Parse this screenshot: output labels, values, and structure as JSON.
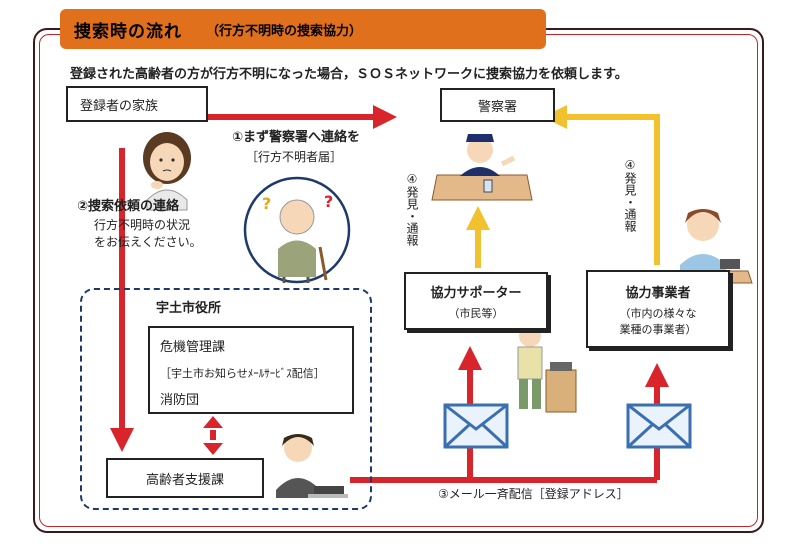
{
  "header": {
    "title": "捜索時の流れ",
    "subtitle": "（行方不明時の捜索協力）"
  },
  "intro": "登録された高齢者の方が行方不明になった場合，ＳＯＳネットワークに捜索協力を依頼します。",
  "nodes": {
    "family": "登録者の家族",
    "police": "警察署",
    "city_office": "宇土市役所",
    "crisis_line1": "危機管理課",
    "crisis_line2": "［宇土市お知らせﾒｰﾙｻｰﾋﾞｽ配信］",
    "crisis_line3": "消防団",
    "elderly_support": "高齢者支援課",
    "supporter_title": "協力サポーター",
    "supporter_sub": "（市民等）",
    "business_title": "協力事業者",
    "business_sub1": "（市内の様々な",
    "business_sub2": "業種の事業者）"
  },
  "steps": {
    "step1_line1": "①まず警察署へ連絡を",
    "step1_line2": "［行方不明者届］",
    "step2_title": "②捜索依頼の連絡",
    "step2_line1": "行方不明時の状況",
    "step2_line2": "をお伝えください。",
    "step3": "③メール一斉配信［登録アドレス］",
    "step4_left": "④発見・通報",
    "step4_right": "④発見・通報"
  },
  "colors": {
    "header_bg": "#e0701b",
    "arrow_red": "#d8242b",
    "arrow_yellow": "#f2c12e",
    "dashed_border": "#1d3a6a",
    "envelope": "#3a6fb0"
  },
  "icons": {
    "worried_person": "worried-woman-icon",
    "elderly": "elderly-man-icon",
    "police_officer": "police-officer-icon",
    "business_person": "office-worker-icon",
    "supporter_person": "citizen-phone-icon",
    "support_staff": "staff-phone-icon",
    "mail": "envelope-icon"
  }
}
